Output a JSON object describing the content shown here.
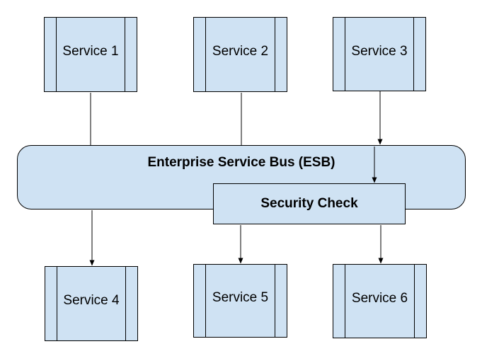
{
  "diagram": {
    "nodes": {
      "service1": {
        "label": "Service 1",
        "shape": "process"
      },
      "service2": {
        "label": "Service 2",
        "shape": "process"
      },
      "service3": {
        "label": "Service 3",
        "shape": "process"
      },
      "esb": {
        "label": "Enterprise Service Bus (ESB)",
        "shape": "rounded-rectangle"
      },
      "security_check": {
        "label": "Security Check",
        "shape": "rectangle"
      },
      "service4": {
        "label": "Service 4",
        "shape": "process"
      },
      "service5": {
        "label": "Service 5",
        "shape": "process"
      },
      "service6": {
        "label": "Service 6",
        "shape": "process"
      }
    },
    "edges": [
      {
        "from": "service1",
        "to": "esb",
        "arrowhead": false
      },
      {
        "from": "service2",
        "to": "esb",
        "arrowhead": false
      },
      {
        "from": "service3",
        "to": "esb",
        "arrowhead": true
      },
      {
        "from": "esb",
        "to": "security_check",
        "arrowhead": true
      },
      {
        "from": "esb",
        "to": "service4",
        "arrowhead": true
      },
      {
        "from": "security_check",
        "to": "service5",
        "arrowhead": true
      },
      {
        "from": "security_check",
        "to": "service6",
        "arrowhead": true
      }
    ],
    "colors": {
      "node_fill": "#cfe2f3",
      "node_border": "#000000",
      "connector": "#000000",
      "text": "#000000",
      "background": "#ffffff"
    }
  }
}
